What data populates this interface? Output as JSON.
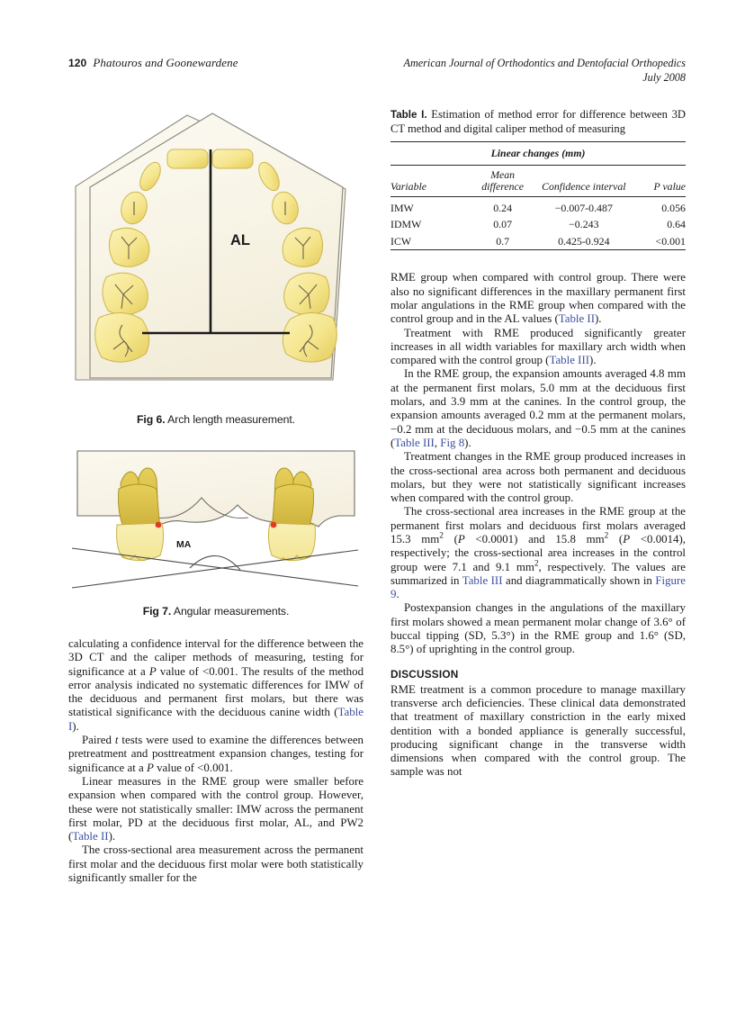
{
  "running_head": {
    "page_number": "120",
    "authors": "Phatouros and Goonewardene",
    "journal": "American Journal of Orthodontics and Dentofacial Orthopedics",
    "issue_date": "July 2008"
  },
  "figures": [
    {
      "id": "fig6",
      "label": "Fig 6.",
      "caption": "Arch length measurement.",
      "annotation": "AL",
      "alt": "Occlusal view diagram of a maxillary dental arch with deciduous and permanent teeth, a vertical midline segment labeled AL extending from the incisors to a transverse line between the permanent first molars"
    },
    {
      "id": "fig7",
      "label": "Fig 7.",
      "caption": "Angular measurements.",
      "annotation": "MA",
      "alt": "Coronal section diagram showing left and right maxillary molars with long-axis lines crossing at the midline forming the molar angle labeled MA"
    }
  ],
  "table": {
    "label": "Table I.",
    "title": "Estimation of method error for difference between 3D CT method and digital caliper method of measuring",
    "span_header": "Linear changes (mm)",
    "columns": [
      "Variable",
      "Mean difference",
      "Confidence interval",
      "P value"
    ],
    "column_mean_line1": "Mean",
    "column_mean_line2": "difference",
    "rows": [
      {
        "variable": "IMW",
        "mean_difference": "0.24",
        "confidence_interval": "−0.007-0.487",
        "p_value": "0.056"
      },
      {
        "variable": "IDMW",
        "mean_difference": "0.07",
        "confidence_interval": "−0.243",
        "p_value": "0.64"
      },
      {
        "variable": "ICW",
        "mean_difference": "0.7",
        "confidence_interval": "0.425-0.924",
        "p_value": "<0.001"
      }
    ]
  },
  "left_column": {
    "paragraphs": [
      "calculating a confidence interval for the difference between the 3D CT and the caliper methods of measuring, testing for significance at a P value of <0.001. The results of the method error analysis indicated no systematic differences for IMW of the deciduous and permanent first molars, but there was statistical significance with the deciduous canine width (Table I).",
      "Paired t tests were used to examine the differences between pretreatment and posttreatment expansion changes, testing for significance at a P value of <0.001.",
      "Linear measures in the RME group were smaller before expansion when compared with the control group. However, these were not statistically smaller: IMW across the permanent first molar, PD at the deciduous first molar, AL, and PW2 (Table II).",
      "The cross-sectional area measurement across the permanent first molar and the deciduous first molar were both statistically significantly smaller for the"
    ]
  },
  "right_column": {
    "paragraphs": [
      "RME group when compared with control group. There were also no significant differences in the maxillary permanent first molar angulations in the RME group when compared with the control group and in the AL values (Table II).",
      "Treatment with RME produced significantly greater increases in all width variables for maxillary arch width when compared with the control group (Table III).",
      "In the RME group, the expansion amounts averaged 4.8 mm at the permanent first molars, 5.0 mm at the deciduous first molars, and 3.9 mm at the canines. In the control group, the expansion amounts averaged 0.2 mm at the permanent molars, −0.2 mm at the deciduous molars, and −0.5 mm at the canines (Table III, Fig 8).",
      "Treatment changes in the RME group produced increases in the cross-sectional area across both permanent and deciduous molars, but they were not statistically significant increases when compared with the control group.",
      "The cross-sectional area increases in the RME group at the permanent first molars and deciduous first molars averaged 15.3 mm² (P <0.0001) and 15.8 mm² (P <0.0014), respectively; the cross-sectional area increases in the control group were 7.1 and 9.1 mm², respectively. The values are summarized in Table III and diagrammatically shown in Figure 9.",
      "Postexpansion changes in the angulations of the maxillary first molars showed a mean permanent molar change of 3.6° of buccal tipping (SD, 5.3°) in the RME group and 1.6° (SD, 8.5°) of uprighting in the control group."
    ],
    "section_heading": "DISCUSSION",
    "discussion_paragraph": "RME treatment is a common procedure to manage maxillary transverse arch deficiencies. These clinical data demonstrated that treatment of maxillary constriction in the early mixed dentition with a bonded appliance is generally successful, producing significant change in the transverse width dimensions when compared with the control group. The sample was not"
  },
  "colors": {
    "cross_reference": "#3b4fa0",
    "tooth_fill": "#f2e38a",
    "tooth_fill_dark": "#d9c149",
    "figure_background": "#faf7ec",
    "rule": "#2b2b2b",
    "red_marker": "#e23b22"
  }
}
